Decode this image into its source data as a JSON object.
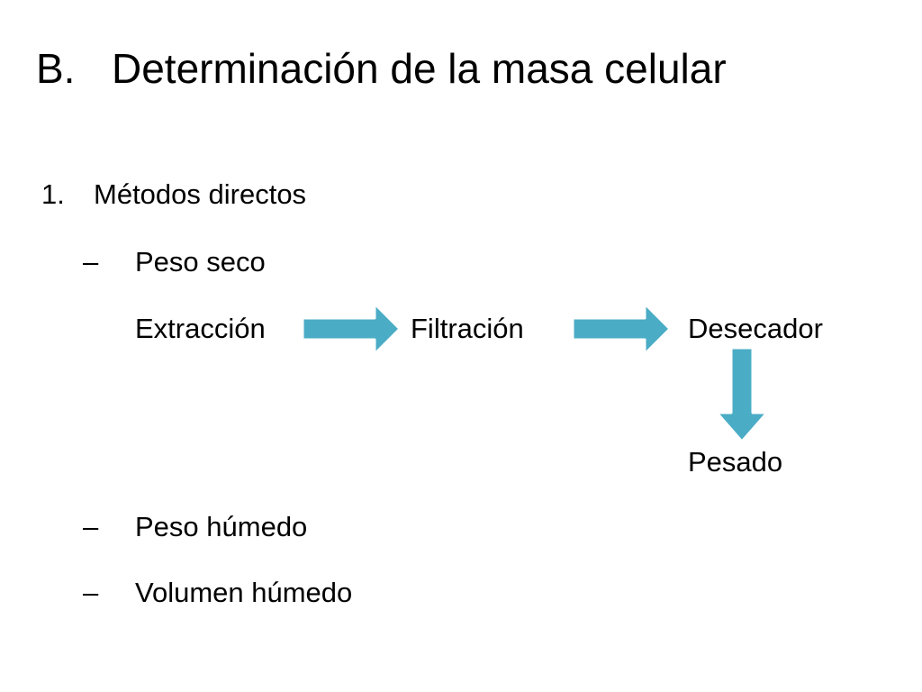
{
  "slide": {
    "title_letter": "B.",
    "title_text": "Determinación de la masa celular",
    "section_number": "1.",
    "section_label": "Métodos directos",
    "bullet_dash": "–",
    "bullets": [
      {
        "label": "Peso seco"
      },
      {
        "label": "Peso húmedo"
      },
      {
        "label": "Volumen húmedo"
      }
    ],
    "flow": {
      "step1": "Extracción",
      "step2": "Filtración",
      "step3": "Desecador",
      "step4": "Pesado"
    },
    "colors": {
      "arrow_fill": "#4bacc6",
      "arrow_border": "#ffffff"
    }
  }
}
